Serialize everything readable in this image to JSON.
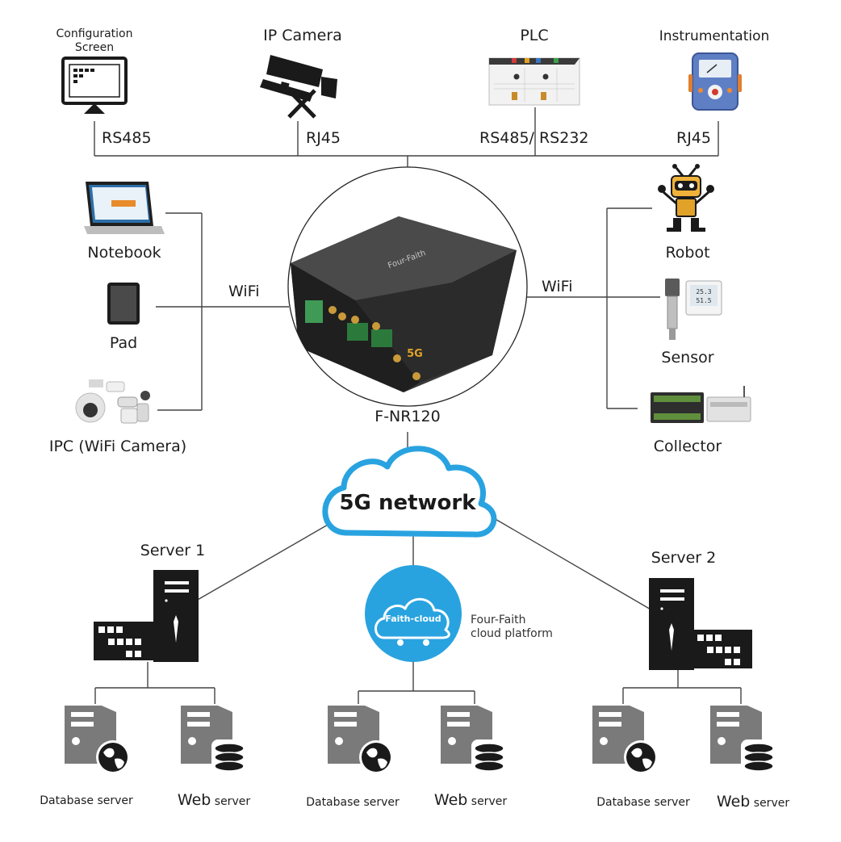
{
  "top_devices": {
    "config_screen": {
      "line1": "Configuration",
      "line2": "Screen"
    },
    "ip_camera": "IP Camera",
    "plc": "PLC",
    "instrumentation": "Instrumentation"
  },
  "top_interfaces": {
    "config_screen": "RS485",
    "ip_camera": "RJ45",
    "plc": "RS485/ RS232",
    "instrumentation": "RJ45"
  },
  "left_devices": {
    "notebook": "Notebook",
    "pad": "Pad",
    "ipc": "IPC (WiFi Camera)"
  },
  "right_devices": {
    "robot": "Robot",
    "sensor": "Sensor",
    "collector": "Collector"
  },
  "links": {
    "left_wifi": "WiFi",
    "right_wifi": "WiFi"
  },
  "router": {
    "model": "F-NR120",
    "brand": "Four-Faith",
    "badge": "5G",
    "sensor_reading_1": "25.3",
    "sensor_reading_2": "51.5"
  },
  "network": {
    "label": "5G network"
  },
  "cloud_platform": {
    "badge": "Faith-cloud",
    "line1": "Four-Faith",
    "line2": "cloud platform"
  },
  "servers": {
    "server1": "Server 1",
    "server2": "Server 2"
  },
  "endpoints": {
    "database": "Database server",
    "web_word": "Web",
    "web_rest": " server"
  },
  "colors": {
    "network_blue": "#29a3e0",
    "device_dark": "#2a2a2a",
    "icon_gray": "#7a7a7a",
    "line": "#444444"
  }
}
